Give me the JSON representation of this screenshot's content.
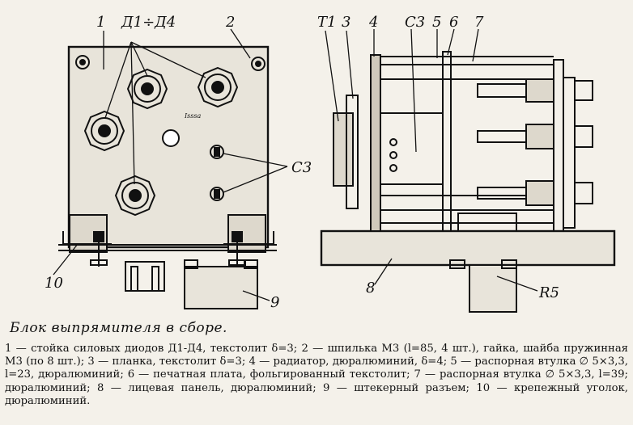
{
  "figure": {
    "left_labels": {
      "l1": "1",
      "diodes": "Д1÷Д4",
      "l2": "2",
      "c3": "С3",
      "l10": "10",
      "l9": "9"
    },
    "right_labels": {
      "t1": "Т1",
      "l3": "3",
      "l4": "4",
      "c3": "С3",
      "l5": "5",
      "l6": "6",
      "l7": "7",
      "l8": "8",
      "r5": "R5"
    },
    "stray_mark": "Isssa"
  },
  "caption": {
    "title": "Блок выпрямителя в сборе.",
    "items": [
      "1 — стойка силовых диодов Д1-Д4, текстолит δ=3; ",
      "2 — шпилька М3 (l=85, 4 шт.), гайка, шайба пружинная М3 (по 8 шт.); ",
      "3 — планка, текстолит δ=3; ",
      "4 — радиатор, дюралюминий, δ=4; ",
      "5 — распорная втулка ∅ 5×3,3, l=23, дюралюминий; ",
      "6 — печатная плата, фольгированный текстолит; ",
      "7 — распорная втулка ∅ 5×3,3, l=39; дюралюминий; ",
      "8 — лицевая панель, дюралюминий; ",
      "9 — штекерный разъем; ",
      "10 — крепежный уголок, дюралюминий."
    ]
  }
}
